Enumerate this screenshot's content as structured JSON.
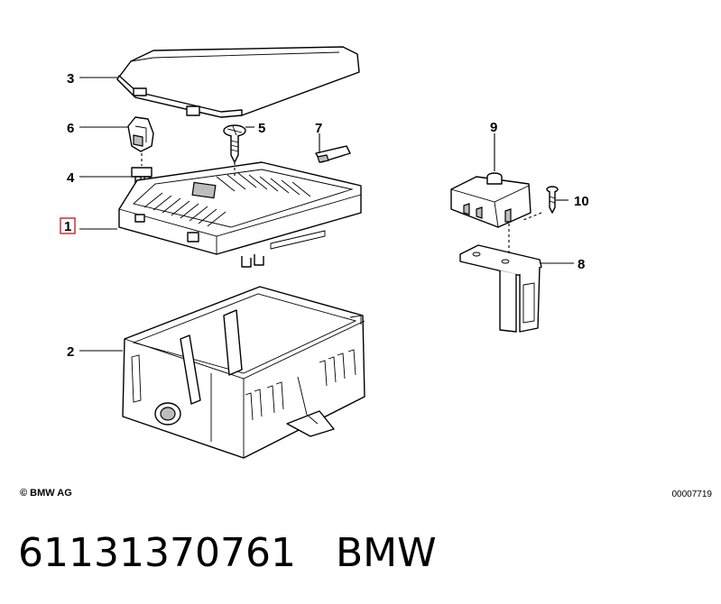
{
  "callouts": [
    {
      "id": "1",
      "highlighted": true
    },
    {
      "id": "2"
    },
    {
      "id": "3"
    },
    {
      "id": "4"
    },
    {
      "id": "5"
    },
    {
      "id": "6"
    },
    {
      "id": "7"
    },
    {
      "id": "8"
    },
    {
      "id": "9"
    },
    {
      "id": "10"
    }
  ],
  "copyright": "© BMW AG",
  "image_id": "00007719",
  "part_number": "61131370761",
  "brand": "BMW",
  "highlight_color": "#d32f2f"
}
